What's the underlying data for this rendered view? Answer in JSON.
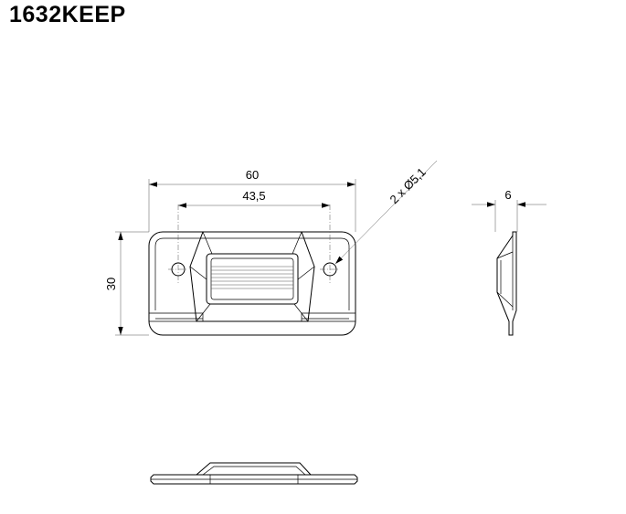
{
  "title": "1632KEEP",
  "dimensions": {
    "overall_width": "60",
    "hole_spacing": "43,5",
    "height": "30",
    "side_thickness": "6",
    "hole_note": "2 x Ø5,1"
  }
}
